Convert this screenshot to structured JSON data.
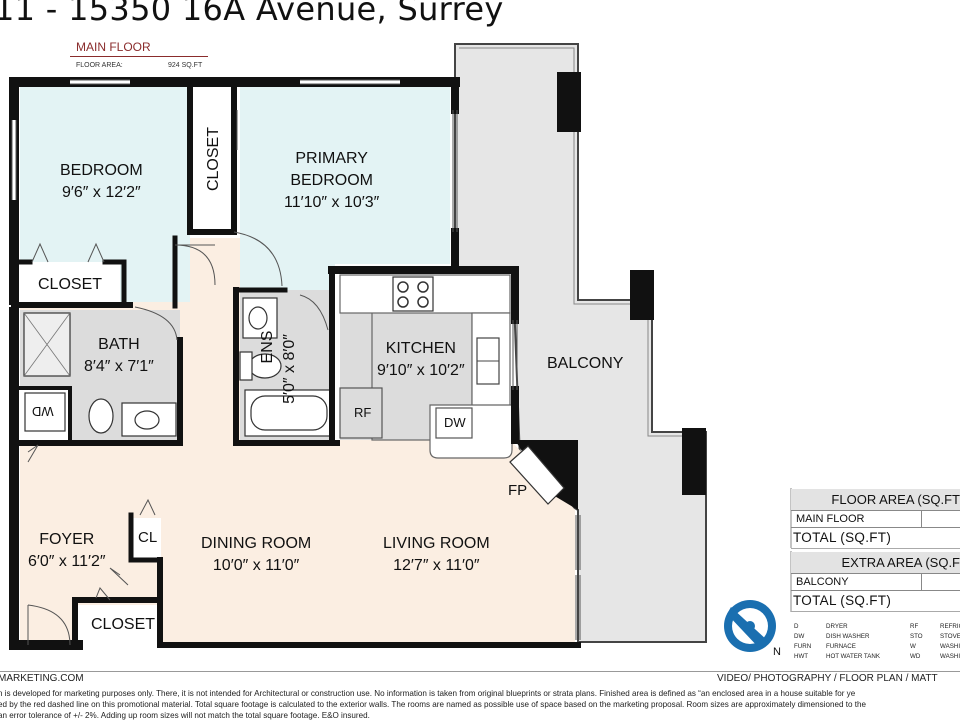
{
  "header": {
    "title": "11 - 15350 16A Avenue, Surrey"
  },
  "section": {
    "title": "MAIN FLOOR",
    "floor_area_label": "FLOOR AREA:",
    "floor_area_value": "924 SQ.FT"
  },
  "rooms": {
    "bedroom": {
      "name": "BEDROOM",
      "dim": "9′6″ x 12′2″"
    },
    "closet_top": {
      "name": "CLOSET"
    },
    "primary": {
      "name1": "PRIMARY",
      "name2": "BEDROOM",
      "dim": "11′10″ x 10′3″"
    },
    "closet_bed": {
      "name": "CLOSET"
    },
    "bath": {
      "name": "BATH",
      "dim": "8′4″ x 7′1″"
    },
    "ens": {
      "name": "ENS",
      "dim": "5′0″ x 8′0″"
    },
    "kitchen": {
      "name": "KITCHEN",
      "dim": "9′10″ x 10′2″"
    },
    "balcony": {
      "name": "BALCONY"
    },
    "rf": {
      "name": "RF"
    },
    "dw": {
      "name": "DW"
    },
    "wd": {
      "name": "WD"
    },
    "fp": {
      "name": "FP"
    },
    "cl": {
      "name": "CL"
    },
    "foyer": {
      "name": "FOYER",
      "dim": "6′0″ x 11′2″"
    },
    "dining": {
      "name": "DINING ROOM",
      "dim": "10′0″ x 11′0″"
    },
    "living": {
      "name": "LIVING ROOM",
      "dim": "12′7″ x 11′0″"
    },
    "closet_foyer": {
      "name": "CLOSET"
    }
  },
  "floor_table": {
    "header": "FLOOR AREA (SQ.FT",
    "row_label": "MAIN FLOOR",
    "total_label": "TOTAL (SQ.FT)"
  },
  "extra_table": {
    "header": "EXTRA AREA (SQ.F",
    "row_label": "BALCONY",
    "total_label": "TOTAL (SQ.FT)"
  },
  "compass": {
    "label": "N"
  },
  "legend": [
    {
      "code": "D",
      "desc": "DRYER"
    },
    {
      "code": "DW",
      "desc": "DISH WASHER"
    },
    {
      "code": "FURN",
      "desc": "FURNACE"
    },
    {
      "code": "HWT",
      "desc": "HOT WATER TANK"
    },
    {
      "code": "RF",
      "desc": "REFRIC"
    },
    {
      "code": "STO",
      "desc": "STOVE"
    },
    {
      "code": "W",
      "desc": "WASHI"
    },
    {
      "code": "WD",
      "desc": "WASHI"
    }
  ],
  "footer": {
    "left": "MARKETING.COM",
    "right": "VIDEO/ PHOTOGRAPHY / FLOOR PLAN / MATT",
    "disclaimer": [
      "n is developed for marketing purposes only. There, it is not intended for Architectural or construction use. No information is  taken from original blueprints or strata plans. Finished area is defined as  “an enclosed area in a house suitable for ye",
      "ed by the red dashed line on this promotional material. Total square footage is calculated to the exterior walls. The rooms are named as possible use of space based on the marketing proposal. Room sizes are approximately dimensioned to the",
      "an error tolerance of +/- 2%. Adding up room sizes will not match the total square footage. E&O insured."
    ]
  },
  "colors": {
    "bedroom_fill": "#e3f3f4",
    "living_fill": "#fbeee2",
    "tile_fill": "#dcdcdc",
    "balcony_fill": "#e6e6e6",
    "wall": "#111111",
    "compass": "#1a6fb0",
    "section_title": "#8a2c2c"
  }
}
